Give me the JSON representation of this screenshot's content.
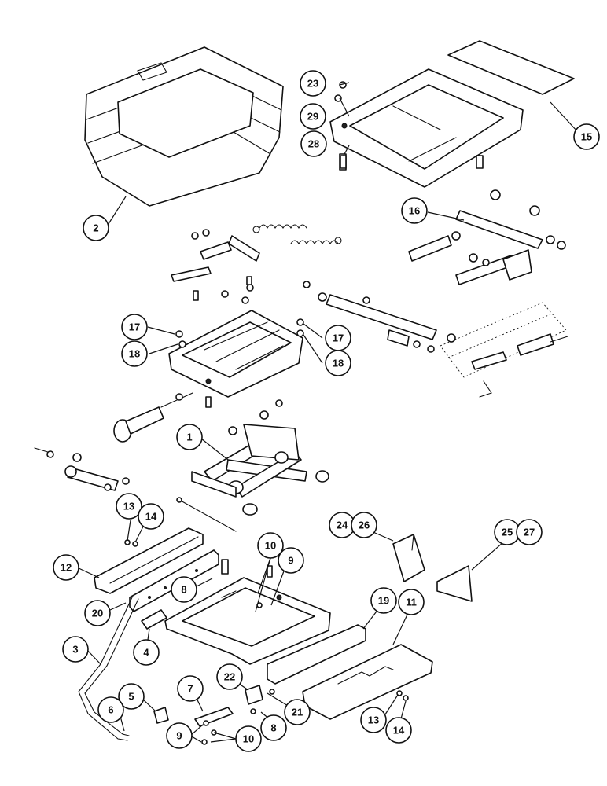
{
  "diagram": {
    "type": "exploded parts diagram",
    "subject": "seat suspension assembly"
  },
  "callouts": [
    {
      "id": "c23",
      "label": "23"
    },
    {
      "id": "c29",
      "label": "29"
    },
    {
      "id": "c28",
      "label": "28"
    },
    {
      "id": "c15",
      "label": "15"
    },
    {
      "id": "c2",
      "label": "2"
    },
    {
      "id": "c16",
      "label": "16"
    },
    {
      "id": "c17a",
      "label": "17"
    },
    {
      "id": "c18a",
      "label": "18"
    },
    {
      "id": "c17b",
      "label": "17"
    },
    {
      "id": "c18b",
      "label": "18"
    },
    {
      "id": "c1",
      "label": "1"
    },
    {
      "id": "c13a",
      "label": "13"
    },
    {
      "id": "c14a",
      "label": "14"
    },
    {
      "id": "c12",
      "label": "12"
    },
    {
      "id": "c24",
      "label": "24"
    },
    {
      "id": "c26",
      "label": "26"
    },
    {
      "id": "c25",
      "label": "25"
    },
    {
      "id": "c27",
      "label": "27"
    },
    {
      "id": "c10a",
      "label": "10"
    },
    {
      "id": "c9a",
      "label": "9"
    },
    {
      "id": "c8a",
      "label": "8"
    },
    {
      "id": "c20",
      "label": "20"
    },
    {
      "id": "c19",
      "label": "19"
    },
    {
      "id": "c11",
      "label": "11"
    },
    {
      "id": "c3",
      "label": "3"
    },
    {
      "id": "c4",
      "label": "4"
    },
    {
      "id": "c7",
      "label": "7"
    },
    {
      "id": "c22",
      "label": "22"
    },
    {
      "id": "c5",
      "label": "5"
    },
    {
      "id": "c6",
      "label": "6"
    },
    {
      "id": "c21",
      "label": "21"
    },
    {
      "id": "c9b",
      "label": "9"
    },
    {
      "id": "c10b",
      "label": "10"
    },
    {
      "id": "c8b",
      "label": "8"
    },
    {
      "id": "c13b",
      "label": "13"
    },
    {
      "id": "c14b",
      "label": "14"
    }
  ]
}
